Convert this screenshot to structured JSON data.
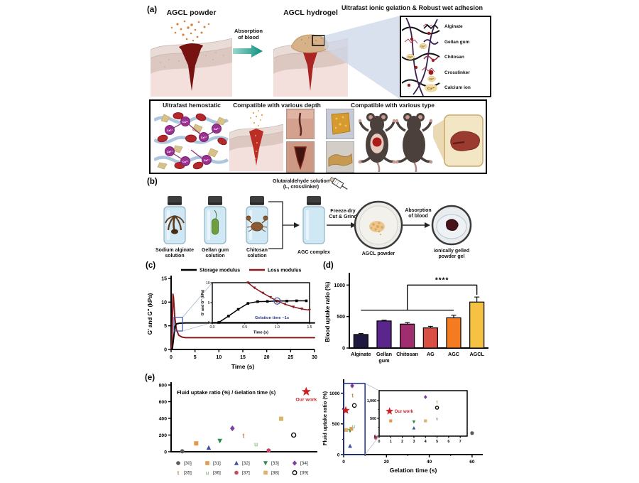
{
  "shared": {
    "ca": "Ca²⁺"
  },
  "a": {
    "label": "(a)",
    "powder_title": "AGCL powder",
    "absorption_arrow": "Absorption\nof blood",
    "hydrogel_title": "AGCL hydrogel",
    "network_title": "Ultrafast ionic gelation & Robust wet adhesion",
    "network_legend": [
      {
        "name": "Alginate"
      },
      {
        "name": "Gellan gum"
      },
      {
        "name": "Chitosan"
      },
      {
        "name": "Crosslinker"
      },
      {
        "name": "Calcium ion"
      }
    ],
    "row2": {
      "hemostatic": "Ultrafast hemostatic",
      "depth": "Compatible with various depth",
      "type": "Compatible with various type"
    }
  },
  "b": {
    "label": "(b)",
    "glutaraldehyde": "Glutaraldehyde solution\n(L, crosslinker)",
    "vial1": "Sodium alginate\nsolution",
    "vial2": "Gellan gum\nsolution",
    "vial3": "Chitosan\nsolution",
    "vial4": "AGC complex",
    "freeze": "Freeze-dry\nCut & Grind",
    "powder_dish": "AGCL powder",
    "absorption": "Absorption\nof blood",
    "gel_dish": "ionically gelled\npowder gel"
  },
  "c": {
    "label": "(c)"
  },
  "d": {
    "label": "(d)"
  },
  "e": {
    "label": "(e)"
  },
  "chart_data": [
    {
      "id": "rheology",
      "type": "line",
      "legend": [
        "Storage modulus",
        "Loss modulus"
      ],
      "xlabel": "Time (s)",
      "ylabel": "G' and G'' (kPa)",
      "xlim": [
        0,
        30
      ],
      "ylim": [
        0,
        15
      ],
      "xticks": [
        0,
        5,
        10,
        15,
        20,
        25,
        30
      ],
      "yticks": [
        0,
        5,
        10,
        15
      ],
      "series": [
        {
          "name": "Storage modulus",
          "color": "#000000",
          "points": [
            [
              0,
              0
            ],
            [
              0.25,
              0.1
            ],
            [
              0.5,
              2.2
            ],
            [
              0.8,
              4.8
            ],
            [
              1.1,
              5.4
            ],
            [
              1.8,
              5.55
            ],
            [
              3,
              5.6
            ],
            [
              30,
              5.6
            ]
          ]
        },
        {
          "name": "Loss modulus",
          "color": "#8b1a1e",
          "points": [
            [
              0,
              0
            ],
            [
              0.18,
              1.5
            ],
            [
              0.3,
              8
            ],
            [
              0.38,
              11.7
            ],
            [
              0.5,
              11
            ],
            [
              0.75,
              7
            ],
            [
              1.1,
              4.2
            ],
            [
              1.6,
              3
            ],
            [
              2.3,
              2.6
            ],
            [
              3,
              2.5
            ],
            [
              30,
              2.5
            ]
          ]
        }
      ],
      "zoom_rect": {
        "x0": 0.6,
        "x1": 2.4,
        "y0": 3.9,
        "y1": 6.8
      },
      "inset": {
        "xlabel": "Time (s)",
        "ylabel": "G' and G'' (kPa)",
        "xlim": [
          0,
          1.5
        ],
        "ylim": [
          0,
          10
        ],
        "xticks": [
          "0.0",
          "0.5",
          "1.0",
          "1.5"
        ],
        "yticks": [
          0,
          5,
          10
        ],
        "annotation": "Gelation time ~1s",
        "annotation_color": "#2b3990",
        "crossover": [
          1.0,
          5.4
        ],
        "series": [
          {
            "color": "#000000",
            "marker": "square",
            "points": [
              [
                0.1,
                0
              ],
              [
                0.25,
                1.6
              ],
              [
                0.4,
                3.3
              ],
              [
                0.55,
                4.8
              ],
              [
                0.7,
                5.25
              ],
              [
                0.85,
                5.3
              ],
              [
                1.0,
                5.4
              ],
              [
                1.15,
                5.4
              ],
              [
                1.3,
                5.45
              ],
              [
                1.45,
                5.45
              ]
            ]
          },
          {
            "color": "#8b1a1e",
            "marker": "tri-down",
            "points": [
              [
                0.55,
                10
              ],
              [
                0.65,
                8.7
              ],
              [
                0.78,
                7.4
              ],
              [
                0.9,
                6.3
              ],
              [
                1.0,
                5.4
              ],
              [
                1.12,
                4.6
              ],
              [
                1.25,
                3.9
              ],
              [
                1.38,
                3.4
              ],
              [
                1.5,
                3.1
              ]
            ]
          }
        ]
      }
    },
    {
      "id": "blood-uptake",
      "type": "bar",
      "ylabel": "Blood uptake ratio (%)",
      "ylim": [
        0,
        1150
      ],
      "yticks": [
        0,
        500,
        1000
      ],
      "categories": [
        "Alginate",
        "Gellan\ngum",
        "Chitosan",
        "AG",
        "AGC",
        "AGCL"
      ],
      "values": [
        215,
        430,
        380,
        320,
        480,
        730
      ],
      "errors": [
        15,
        12,
        25,
        25,
        40,
        80
      ],
      "colors": [
        "#20193f",
        "#5b268c",
        "#a02d6e",
        "#d94f44",
        "#f47b20",
        "#f6c244"
      ],
      "significance": {
        "label": "****",
        "lower_y": 600,
        "upper_y": 1000,
        "span": [
          0,
          4
        ],
        "target": 5,
        "drop_y": 845
      }
    },
    {
      "id": "benchmark-ratio",
      "type": "scatter",
      "title": "Fluid uptake ratio (%) / Gelation time (s)",
      "xlim": [
        0,
        10.5
      ],
      "ylim": [
        0,
        800
      ],
      "yticks": [
        0,
        200,
        400,
        600,
        800
      ],
      "points": [
        {
          "ref": "[30]",
          "marker": "circle",
          "color": "#595959",
          "x": 0.8,
          "y": 5
        },
        {
          "ref": "[31]",
          "marker": "square",
          "color": "#e39a4a",
          "x": 1.8,
          "y": 100
        },
        {
          "ref": "[32]",
          "marker": "tri-up",
          "color": "#3f51a3",
          "x": 2.7,
          "y": 48
        },
        {
          "ref": "[33]",
          "marker": "tri-down",
          "color": "#2e8b4a",
          "x": 3.5,
          "y": 130
        },
        {
          "ref": "[34]",
          "marker": "diamond",
          "color": "#7b3fa0",
          "x": 4.4,
          "y": 280
        },
        {
          "ref": "[35]",
          "marker": "glyph-t",
          "color": "#b98d5a",
          "x": 5.2,
          "y": 190
        },
        {
          "ref": "[36]",
          "marker": "glyph-u",
          "color": "#9fc49a",
          "x": 6.1,
          "y": 90
        },
        {
          "ref": "[37]",
          "marker": "circle",
          "color": "#c34a62",
          "x": 7.0,
          "y": 15
        },
        {
          "ref": "[38]",
          "marker": "square",
          "color": "#d9b46a",
          "x": 7.9,
          "y": 395
        },
        {
          "ref": "[39]",
          "marker": "open-circle",
          "color": "#000000",
          "x": 8.8,
          "y": 200
        }
      ],
      "our_work": {
        "label": "Our work",
        "color": "#cc2027",
        "x": 9.7,
        "y": 720
      },
      "legend_rows": [
        [
          {
            "ref": "[30]",
            "marker": "circle",
            "color": "#595959"
          },
          {
            "ref": "[31]",
            "marker": "square",
            "color": "#e39a4a"
          },
          {
            "ref": "[32]",
            "marker": "tri-up",
            "color": "#3f51a3"
          },
          {
            "ref": "[33]",
            "marker": "tri-down",
            "color": "#2e8b4a"
          },
          {
            "ref": "[34]",
            "marker": "diamond",
            "color": "#7b3fa0"
          }
        ],
        [
          {
            "ref": "[35]",
            "marker": "glyph-t",
            "color": "#b98d5a"
          },
          {
            "ref": "[36]",
            "marker": "glyph-u",
            "color": "#9fc49a"
          },
          {
            "ref": "[37]",
            "marker": "circle",
            "color": "#c34a62"
          },
          {
            "ref": "[38]",
            "marker": "square",
            "color": "#d9b46a"
          },
          {
            "ref": "[39]",
            "marker": "open-circle",
            "color": "#000000"
          }
        ]
      ]
    },
    {
      "id": "benchmark-time",
      "type": "scatter",
      "xlabel": "Gelation time (s)",
      "ylabel": "Fluid uptake ratio (%)",
      "xlim": [
        0,
        65
      ],
      "ylim": [
        0,
        1180
      ],
      "xticks": [
        0,
        20,
        40,
        60
      ],
      "yticks": [
        0,
        500,
        1000
      ],
      "points": [
        {
          "ref": "[34]",
          "marker": "diamond",
          "color": "#7b3fa0",
          "x": 4,
          "y": 1120
        },
        {
          "ref": "[35]",
          "marker": "glyph-t",
          "color": "#b98d5a",
          "x": 4.2,
          "y": 960
        },
        {
          "ref": "[39]",
          "marker": "open-circle",
          "color": "#000000",
          "x": 5,
          "y": 800
        },
        {
          "ref": "[38]",
          "marker": "square",
          "color": "#d9b46a",
          "x": 1.2,
          "y": 400
        },
        {
          "ref": "[33]",
          "marker": "tri-down",
          "color": "#2e8b4a",
          "x": 3,
          "y": 390
        },
        {
          "ref": "[31]",
          "marker": "square",
          "color": "#e39a4a",
          "x": 3.6,
          "y": 420
        },
        {
          "ref": "[36]",
          "marker": "glyph-u",
          "color": "#9fc49a",
          "x": 4.6,
          "y": 455
        },
        {
          "ref": "[32]",
          "marker": "tri-up",
          "color": "#3f51a3",
          "x": 3,
          "y": 140
        },
        {
          "ref": "[37]",
          "marker": "circle",
          "color": "#c34a62",
          "x": 15,
          "y": 275
        },
        {
          "ref": "[30]",
          "marker": "circle",
          "color": "#595959",
          "x": 60,
          "y": 350
        }
      ],
      "our_work": {
        "label": "Our work",
        "color": "#cc2027",
        "x": 1,
        "y": 720
      },
      "zoom_rect": {
        "x0": 0,
        "x1": 10,
        "y0": 0,
        "y1": 1160
      },
      "inset": {
        "xlim": [
          0,
          7.6
        ],
        "ylim": [
          0,
          1280
        ],
        "xticks": [
          0,
          1,
          2,
          3,
          4,
          5,
          6,
          7
        ],
        "ytick_labels": [
          "0",
          "500",
          "1,000"
        ],
        "ytick_values": [
          0,
          500,
          1000
        ],
        "points": [
          {
            "marker": "diamond",
            "color": "#7b3fa0",
            "x": 4,
            "y": 1100
          },
          {
            "marker": "glyph-t",
            "color": "#b98d5a",
            "x": 5,
            "y": 950
          },
          {
            "marker": "open-circle",
            "color": "#000000",
            "x": 5,
            "y": 800
          },
          {
            "marker": "square",
            "color": "#e39a4a",
            "x": 1,
            "y": 430
          },
          {
            "marker": "tri-down",
            "color": "#2e8b4a",
            "x": 3,
            "y": 400
          },
          {
            "marker": "square",
            "color": "#d9b46a",
            "x": 4,
            "y": 430
          },
          {
            "marker": "glyph-u",
            "color": "#9fc49a",
            "x": 5,
            "y": 480
          },
          {
            "marker": "tri-up",
            "color": "#3f51a3",
            "x": 3,
            "y": 230
          }
        ],
        "our_work": {
          "label": "Our work",
          "color": "#cc2027",
          "x": 0.9,
          "y": 700
        }
      }
    }
  ]
}
